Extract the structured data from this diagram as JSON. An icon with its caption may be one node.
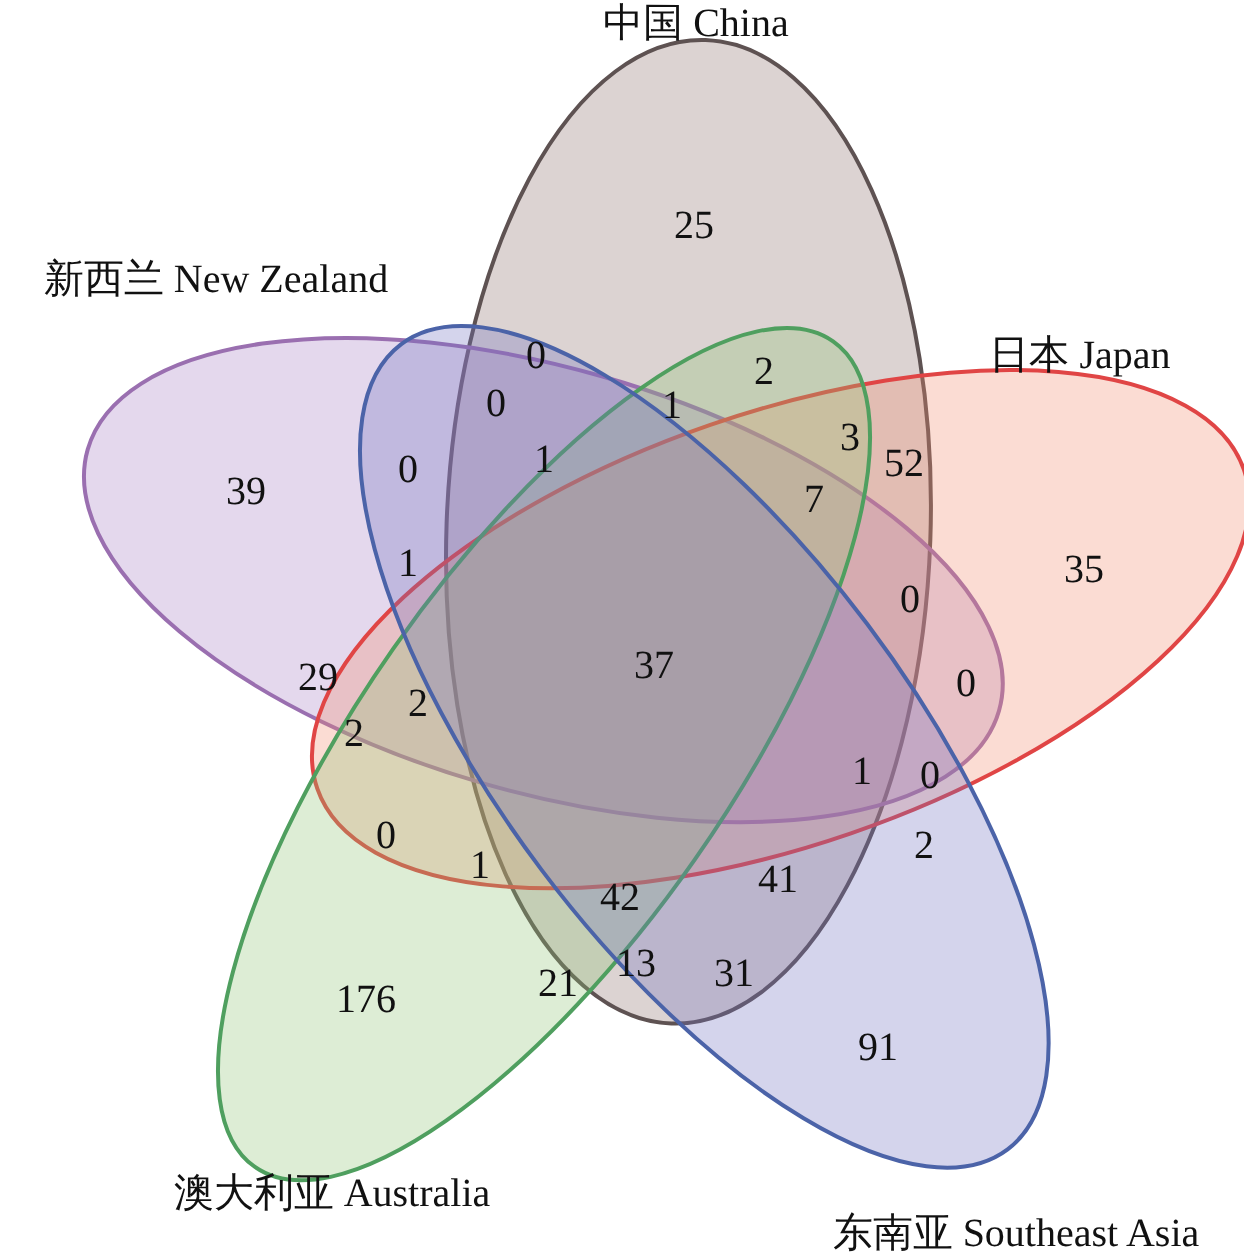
{
  "diagram": {
    "nodes": [
      {
        "text": [
          "中国 China"
        ]
      },
      {
        "text": [
          "新西兰 New Zealand"
        ]
      },
      {
        "text": [
          "日本 Japan"
        ]
      },
      {
        "text": [
          "澳大利亚 Australia"
        ]
      },
      {
        "text": [
          "东南亚 Southeast Asia"
        ]
      }
    ],
    "labels": [
      "25",
      "0",
      "2",
      "0",
      "1",
      "3",
      "0",
      "1",
      "52",
      "39",
      "7",
      "1",
      "35",
      "0",
      "29",
      "37",
      "0",
      "2",
      "2",
      "1",
      "0",
      "0",
      "2",
      "1",
      "42",
      "41",
      "176",
      "21",
      "13",
      "31",
      "91"
    ]
  }
}
